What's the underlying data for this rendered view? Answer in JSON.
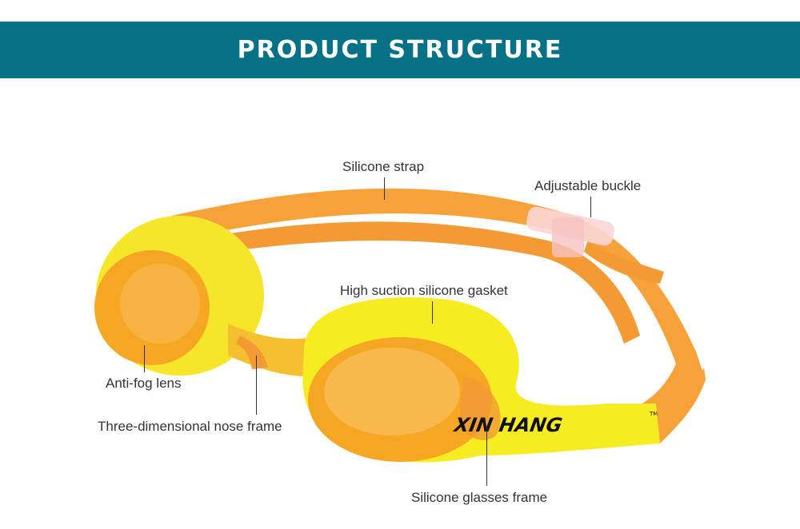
{
  "header": {
    "title": "PRODUCT STRUCTURE"
  },
  "colors": {
    "banner": "#077186",
    "frame_yellow": "#f4ec1c",
    "strap_orange": "#f7a13a",
    "lens_orange": "#f5a623"
  },
  "product": {
    "brand_logo": "XIN HANG",
    "trademark": "TM"
  },
  "callouts": [
    {
      "label": "Silicone strap"
    },
    {
      "label": "Adjustable buckle"
    },
    {
      "label": "High suction silicone gasket"
    },
    {
      "label": "Anti-fog lens"
    },
    {
      "label": "Three-dimensional nose frame"
    },
    {
      "label": "Silicone glasses frame"
    }
  ]
}
